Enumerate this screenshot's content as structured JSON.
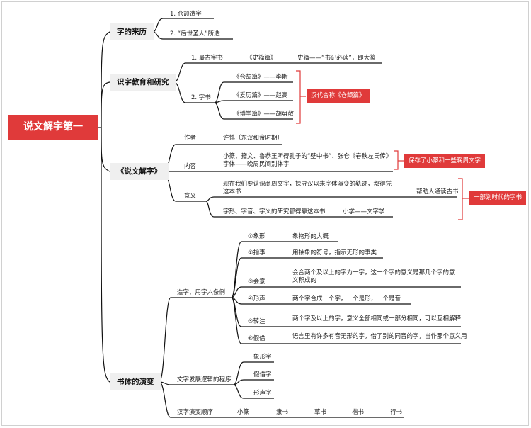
{
  "root": "说文解字第一",
  "branches": {
    "origin": {
      "title": "字的来历",
      "items": [
        "1. 仓颉造字",
        "2. “后世圣人”所造"
      ]
    },
    "education": {
      "title": "识字教育和研究",
      "first": {
        "label": "1. 最古字书",
        "book": "《史籀篇》",
        "note": "史籀——“书记必读”，即大篆"
      },
      "second": {
        "label": "2. 字书",
        "books": [
          "《仓颉篇》——李斯",
          "《爱历篇》——赵高",
          "《博学篇》——胡毋敬"
        ],
        "tag": "汉代合称《仓颉篇》"
      }
    },
    "shuowen": {
      "title": "《说文解字》",
      "author_label": "作者",
      "author_value": "许慎（东汉和帝时期）",
      "content_label": "内容",
      "content_text": "小篆、籀文、鲁恭王所得孔子的“壁中书”、张仓《春秋左氏传》字体——晚周民间别体字",
      "content_tag": "保存了小篆和一些晚周文字",
      "meaning_label": "意义",
      "meaning_text1": "现在我们要认识商周文字，探寻汉以来字体演变的轨迹，都得凭这本书",
      "meaning_text1b": "帮助人通读古书",
      "meaning_text2": "字形、字音、字义的研究都得靠这本书",
      "meaning_text2b": "小学——文字学",
      "meaning_tag": "一部划时代的字书"
    },
    "evolution": {
      "title": "书体的演变",
      "six_label": "造字、用字六条例",
      "six": [
        {
          "name": "①象形",
          "desc": "象物形的大概"
        },
        {
          "name": "②指事",
          "desc": "用抽象的符号，指示无形的事类"
        },
        {
          "name": "③会意",
          "desc": "会合两个及以上的字为一字，这一个字的意义是那几个字的意义积成的"
        },
        {
          "name": "④形声",
          "desc": "两个字合成一个字，一个是形，一个是音"
        },
        {
          "name": "⑤转注",
          "desc": "两个字及以上的字，意义全部相同或一部分相同，可以互相解释"
        },
        {
          "name": "⑥假借",
          "desc": "语言里有许多有音无形的字，借了别的同音的字，当作那个意义用"
        }
      ],
      "logic_label": "文字发展逻辑的程序",
      "logic": [
        "象形字",
        "假借字",
        "形声字"
      ],
      "order_label": "汉字演变顺序",
      "order": [
        "小篆",
        "隶书",
        "草书",
        "楷书",
        "行书"
      ]
    }
  },
  "colors": {
    "accent": "#e03a3a",
    "line": "#000000",
    "node_bg": "#efefef"
  }
}
